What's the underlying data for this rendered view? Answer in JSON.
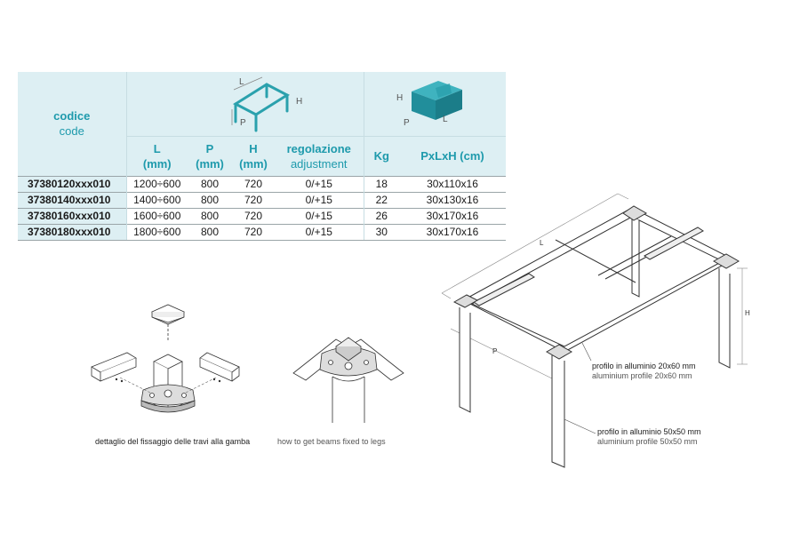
{
  "table": {
    "code_header": {
      "it": "codice",
      "en": "code"
    },
    "icons": {
      "frame_labels": {
        "l": "L",
        "h": "H",
        "p": "P"
      },
      "box_labels": {
        "h": "H",
        "p": "P",
        "l": "L"
      }
    },
    "columns": [
      {
        "key": "L",
        "line1": "L",
        "line2": "(mm)"
      },
      {
        "key": "P",
        "line1": "P",
        "line2": "(mm)"
      },
      {
        "key": "H",
        "line1": "H",
        "line2": "(mm)"
      },
      {
        "key": "reg",
        "line1": "regolazione",
        "line2": "adjustment"
      },
      {
        "key": "kg",
        "line1": "Kg",
        "line2": ""
      },
      {
        "key": "pxlxh",
        "line1": "PxLxH (cm)",
        "line2": ""
      }
    ],
    "rows": [
      {
        "code": "37380120xxx010",
        "L": "1200÷600",
        "P": "800",
        "H": "720",
        "reg": "0/+15",
        "kg": "18",
        "pxlxh": "30x110x16"
      },
      {
        "code": "37380140xxx010",
        "L": "1400÷600",
        "P": "800",
        "H": "720",
        "reg": "0/+15",
        "kg": "22",
        "pxlxh": "30x130x16"
      },
      {
        "code": "37380160xxx010",
        "L": "1600÷600",
        "P": "800",
        "H": "720",
        "reg": "0/+15",
        "kg": "26",
        "pxlxh": "30x170x16"
      },
      {
        "code": "37380180xxx010",
        "L": "1800÷600",
        "P": "800",
        "H": "720",
        "reg": "0/+15",
        "kg": "30",
        "pxlxh": "30x170x16"
      }
    ]
  },
  "detail": {
    "caption_it": "dettaglio del fissaggio delle travi alla gamba",
    "caption_en": "how to get beams fixed to legs"
  },
  "drawing": {
    "dim_l": "L",
    "dim_p": "P",
    "dim_h": "H",
    "profile_20x60": {
      "it": "profilo in alluminio 20x60 mm",
      "en": "aluminium profile 20x60 mm"
    },
    "profile_50x50": {
      "it": "profilo in alluminio 50x50 mm",
      "en": "aluminium profile 50x50 mm"
    }
  },
  "colors": {
    "accent": "#1e9aac",
    "header_bg": "#ddeff3",
    "icon_teal": "#2aa1ad"
  }
}
